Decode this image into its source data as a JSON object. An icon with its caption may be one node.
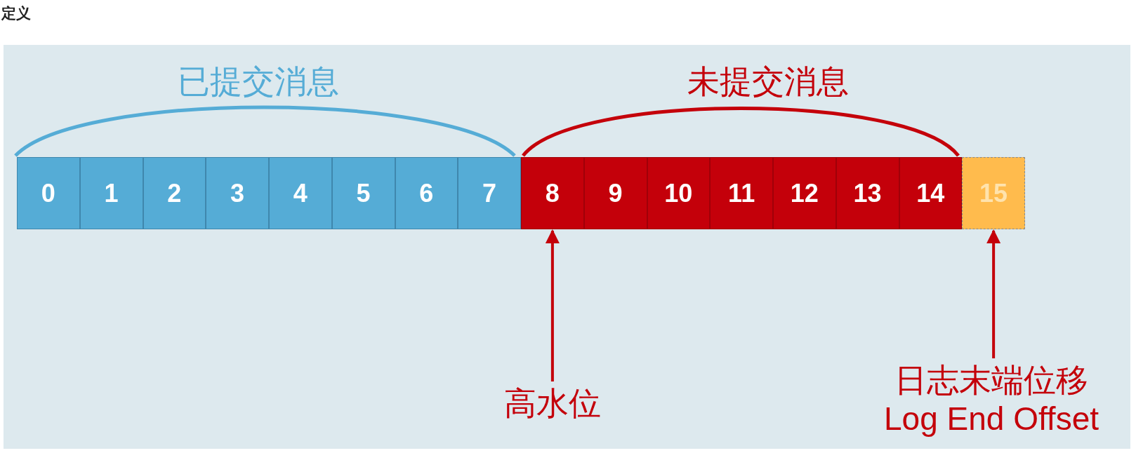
{
  "diagram": {
    "title": "定义",
    "nodes": [
      {
        "text": [
          "0"
        ]
      },
      {
        "text": [
          "1"
        ]
      },
      {
        "text": [
          "2"
        ]
      },
      {
        "text": [
          "3"
        ]
      },
      {
        "text": [
          "4"
        ]
      },
      {
        "text": [
          "5"
        ]
      },
      {
        "text": [
          "6"
        ]
      },
      {
        "text": [
          "7"
        ]
      },
      {
        "text": [
          "8"
        ]
      },
      {
        "text": [
          "9"
        ]
      },
      {
        "text": [
          "10"
        ]
      },
      {
        "text": [
          "11"
        ]
      },
      {
        "text": [
          "12"
        ]
      },
      {
        "text": [
          "13"
        ]
      },
      {
        "text": [
          "14"
        ]
      },
      {
        "text": [
          "15"
        ]
      },
      {
        "text": [
          "高水位"
        ]
      },
      {
        "text": [
          "日志末端位移",
          "Log End Offset"
        ]
      }
    ],
    "edges": [
      {
        "from": 16,
        "to": 8,
        "arrow": "to"
      },
      {
        "from": 17,
        "to": 15,
        "arrow": "to"
      }
    ],
    "labels": [
      "已提交消息",
      "未提交消息"
    ]
  }
}
